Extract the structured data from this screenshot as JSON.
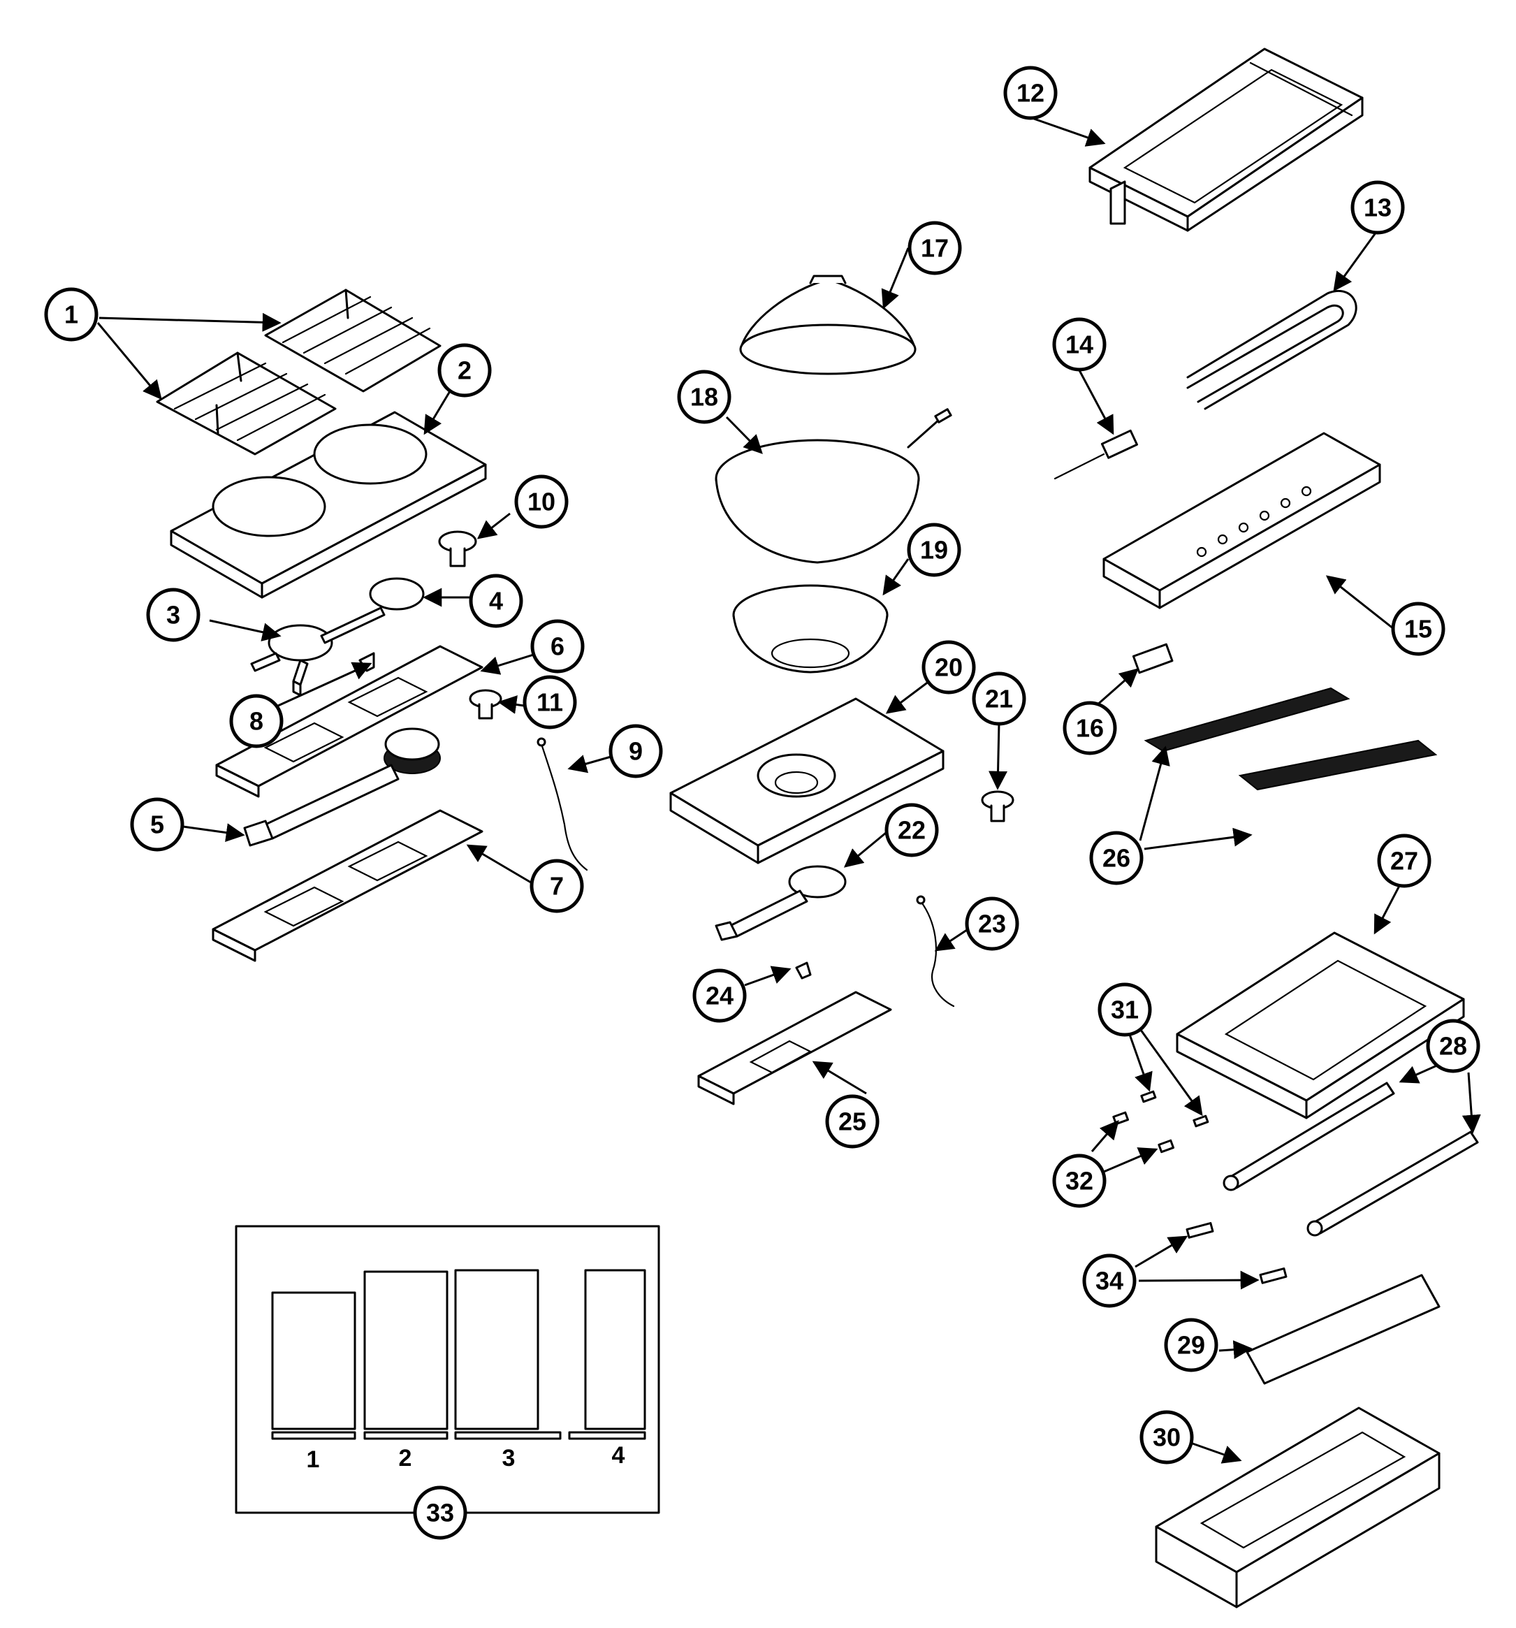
{
  "callouts": [
    {
      "id": "c1",
      "label": "1"
    },
    {
      "id": "c2",
      "label": "2"
    },
    {
      "id": "c3",
      "label": "3"
    },
    {
      "id": "c4",
      "label": "4"
    },
    {
      "id": "c5",
      "label": "5"
    },
    {
      "id": "c6",
      "label": "6"
    },
    {
      "id": "c7",
      "label": "7"
    },
    {
      "id": "c8",
      "label": "8"
    },
    {
      "id": "c9",
      "label": "9"
    },
    {
      "id": "c10",
      "label": "10"
    },
    {
      "id": "c11",
      "label": "11"
    },
    {
      "id": "c12",
      "label": "12"
    },
    {
      "id": "c13",
      "label": "13"
    },
    {
      "id": "c14",
      "label": "14"
    },
    {
      "id": "c15",
      "label": "15"
    },
    {
      "id": "c16",
      "label": "16"
    },
    {
      "id": "c17",
      "label": "17"
    },
    {
      "id": "c18",
      "label": "18"
    },
    {
      "id": "c19",
      "label": "19"
    },
    {
      "id": "c20",
      "label": "20"
    },
    {
      "id": "c21",
      "label": "21"
    },
    {
      "id": "c22",
      "label": "22"
    },
    {
      "id": "c23",
      "label": "23"
    },
    {
      "id": "c24",
      "label": "24"
    },
    {
      "id": "c25",
      "label": "25"
    },
    {
      "id": "c26",
      "label": "26"
    },
    {
      "id": "c27",
      "label": "27"
    },
    {
      "id": "c28",
      "label": "28"
    },
    {
      "id": "c29",
      "label": "29"
    },
    {
      "id": "c30",
      "label": "30"
    },
    {
      "id": "c31",
      "label": "31"
    },
    {
      "id": "c32",
      "label": "32"
    },
    {
      "id": "c33",
      "label": "33"
    },
    {
      "id": "c34",
      "label": "34"
    }
  ],
  "panel_labels": [
    "1",
    "2",
    "3",
    "4"
  ]
}
